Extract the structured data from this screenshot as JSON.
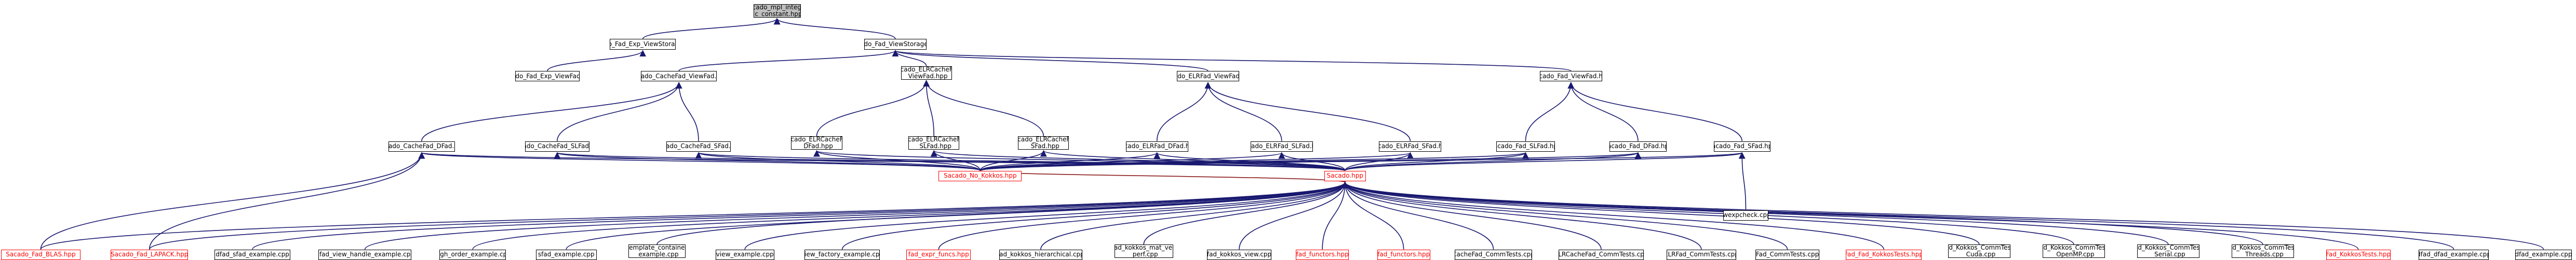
{
  "graph": {
    "nodes": [
      {
        "id": "n0",
        "label": "Sacado_mpl_integral\n_c_constant.hpp",
        "root": true
      },
      {
        "id": "n1",
        "label": "Sacado_Fad_Exp_ViewStorage.hpp"
      },
      {
        "id": "n2",
        "label": "Sacado_Fad_ViewStorage.hpp"
      },
      {
        "id": "n3",
        "label": "Sacado_Fad_Exp_ViewFad.hpp"
      },
      {
        "id": "n4",
        "label": "Sacado_CacheFad_ViewFad.hpp"
      },
      {
        "id": "n5",
        "label": "Sacado_ELRCacheFad\n_ViewFad.hpp"
      },
      {
        "id": "n6",
        "label": "Sacado_ELRFad_ViewFad.hpp"
      },
      {
        "id": "n7",
        "label": "Sacado_Fad_ViewFad.hpp"
      },
      {
        "id": "n8",
        "label": "Sacado_CacheFad_DFad.hpp"
      },
      {
        "id": "n9",
        "label": "Sacado_CacheFad_SLFad.hpp"
      },
      {
        "id": "n10",
        "label": "Sacado_CacheFad_SFad.hpp"
      },
      {
        "id": "n11",
        "label": "Sacado_ELRCacheFad\n_DFad.hpp"
      },
      {
        "id": "n12",
        "label": "Sacado_ELRCacheFad\n_SLFad.hpp"
      },
      {
        "id": "n13",
        "label": "Sacado_ELRCacheFad\n_SFad.hpp"
      },
      {
        "id": "n14",
        "label": "Sacado_ELRFad_DFad.hpp"
      },
      {
        "id": "n15",
        "label": "Sacado_ELRFad_SLFad.hpp"
      },
      {
        "id": "n16",
        "label": "Sacado_ELRFad_SFad.hpp"
      },
      {
        "id": "n17",
        "label": "Sacado_Fad_SLFad.hpp"
      },
      {
        "id": "n18",
        "label": "Sacado_Fad_DFad.hpp"
      },
      {
        "id": "n19",
        "label": "Sacado_Fad_SFad.hpp"
      },
      {
        "id": "n20",
        "label": "Sacado_No_Kokkos.hpp",
        "red": true
      },
      {
        "id": "n21",
        "label": "Sacado.hpp",
        "red": true
      },
      {
        "id": "n22",
        "label": "fwexpcheck.cpp"
      },
      {
        "id": "b0",
        "label": "Sacado_Fad_BLAS.hpp",
        "red": true
      },
      {
        "id": "b1",
        "label": "Sacado_Fad_LAPACK.hpp",
        "red": true
      },
      {
        "id": "b2",
        "label": "dfad_sfad_example.cpp"
      },
      {
        "id": "b3",
        "label": "dfad_view_handle_example.cpp"
      },
      {
        "id": "b4",
        "label": "high_order_example.cpp"
      },
      {
        "id": "b5",
        "label": "sfad_example.cpp"
      },
      {
        "id": "b6",
        "label": "template_container\n_example.cpp"
      },
      {
        "id": "b7",
        "label": "view_example.cpp"
      },
      {
        "id": "b8",
        "label": "view_factory_example.cpp"
      },
      {
        "id": "b9",
        "label": "fad_expr_funcs.hpp",
        "red": true
      },
      {
        "id": "b10",
        "label": "fad_kokkos_hierarchical.cpp"
      },
      {
        "id": "b11",
        "label": "fad_kokkos_mat_vec\n_perf.cpp"
      },
      {
        "id": "b12",
        "label": "fad_kokkos_view.cpp"
      },
      {
        "id": "b13",
        "label": "fad_functors.hpp",
        "red": true
      },
      {
        "id": "b14",
        "label": "fad_functors.hpp",
        "red": true
      },
      {
        "id": "b15",
        "label": "CacheFad_CommTests.cpp"
      },
      {
        "id": "b16",
        "label": "ELRCacheFad_CommTests.cpp"
      },
      {
        "id": "b17",
        "label": "ELRFad_CommTests.cpp"
      },
      {
        "id": "b18",
        "label": "Fad_CommTests.cpp"
      },
      {
        "id": "b19",
        "label": "Fad_Fad_KokkosTests.hpp",
        "red": true
      },
      {
        "id": "b20",
        "label": "Fad_Kokkos_CommTests\n_Cuda.cpp"
      },
      {
        "id": "b21",
        "label": "Fad_Kokkos_CommTests\n_OpenMP.cpp"
      },
      {
        "id": "b22",
        "label": "Fad_Kokkos_CommTests\n_Serial.cpp"
      },
      {
        "id": "b23",
        "label": "Fad_Kokkos_CommTests\n_Threads.cpp"
      },
      {
        "id": "b24",
        "label": "Fad_KokkosTests.hpp",
        "red": true
      },
      {
        "id": "b25",
        "label": "dfad_dfad_example.cpp"
      },
      {
        "id": "b26",
        "label": "dfad_example.cpp"
      }
    ],
    "edges": [
      [
        "n0",
        "n1"
      ],
      [
        "n0",
        "n2"
      ],
      [
        "n1",
        "n3"
      ],
      [
        "n2",
        "n4"
      ],
      [
        "n2",
        "n5"
      ],
      [
        "n2",
        "n6"
      ],
      [
        "n2",
        "n7"
      ],
      [
        "n4",
        "n8"
      ],
      [
        "n4",
        "n9"
      ],
      [
        "n4",
        "n10"
      ],
      [
        "n5",
        "n11"
      ],
      [
        "n5",
        "n12"
      ],
      [
        "n5",
        "n13"
      ],
      [
        "n6",
        "n14"
      ],
      [
        "n6",
        "n15"
      ],
      [
        "n6",
        "n16"
      ],
      [
        "n7",
        "n17"
      ],
      [
        "n7",
        "n18"
      ],
      [
        "n7",
        "n19"
      ],
      [
        "n8",
        "n20"
      ],
      [
        "n8",
        "n21"
      ],
      [
        "n8",
        "b0"
      ],
      [
        "n8",
        "b1"
      ],
      [
        "n9",
        "n20"
      ],
      [
        "n9",
        "n21"
      ],
      [
        "n10",
        "n20"
      ],
      [
        "n10",
        "n21"
      ],
      [
        "n11",
        "n20"
      ],
      [
        "n11",
        "n21"
      ],
      [
        "n12",
        "n20"
      ],
      [
        "n12",
        "n21"
      ],
      [
        "n13",
        "n20"
      ],
      [
        "n13",
        "n21"
      ],
      [
        "n14",
        "n20"
      ],
      [
        "n14",
        "n21"
      ],
      [
        "n15",
        "n20"
      ],
      [
        "n15",
        "n21"
      ],
      [
        "n16",
        "n20"
      ],
      [
        "n16",
        "n21"
      ],
      [
        "n17",
        "n20"
      ],
      [
        "n17",
        "n21"
      ],
      [
        "n18",
        "n20"
      ],
      [
        "n18",
        "n21"
      ],
      [
        "n19",
        "n20"
      ],
      [
        "n19",
        "n21"
      ],
      [
        "n19",
        "n22"
      ],
      [
        "n20",
        "n21"
      ],
      [
        "n21",
        "b0"
      ],
      [
        "n21",
        "b1"
      ],
      [
        "n21",
        "b2"
      ],
      [
        "n21",
        "b3"
      ],
      [
        "n21",
        "b4"
      ],
      [
        "n21",
        "b5"
      ],
      [
        "n21",
        "b6"
      ],
      [
        "n21",
        "b7"
      ],
      [
        "n21",
        "b8"
      ],
      [
        "n21",
        "b9"
      ],
      [
        "n21",
        "b10"
      ],
      [
        "n21",
        "b11"
      ],
      [
        "n21",
        "b12"
      ],
      [
        "n21",
        "b13"
      ],
      [
        "n21",
        "b14"
      ],
      [
        "n21",
        "b15"
      ],
      [
        "n21",
        "b16"
      ],
      [
        "n21",
        "b17"
      ],
      [
        "n21",
        "b18"
      ],
      [
        "n21",
        "b19"
      ],
      [
        "n21",
        "b20"
      ],
      [
        "n21",
        "b21"
      ],
      [
        "n21",
        "b22"
      ],
      [
        "n21",
        "b23"
      ],
      [
        "n21",
        "b24"
      ],
      [
        "n21",
        "b25"
      ],
      [
        "n21",
        "b26"
      ]
    ]
  }
}
